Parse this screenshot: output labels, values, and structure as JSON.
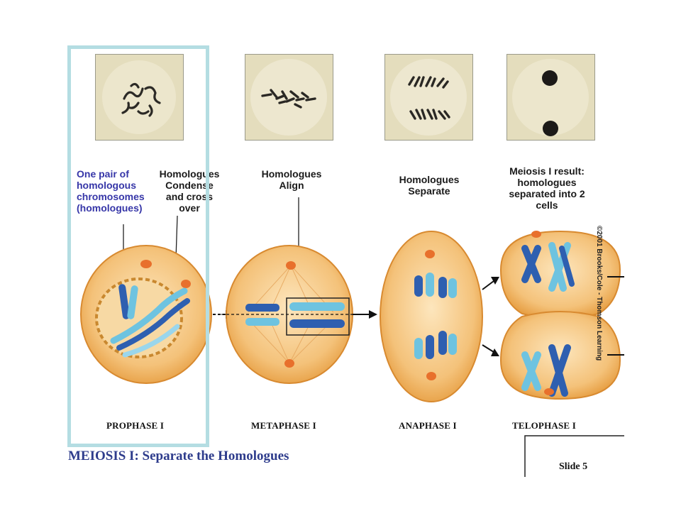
{
  "title": "MEIOSIS I: Separate the Homologues",
  "slide_label": "Slide 5",
  "copyright": "©2001 Brooks/Cole - Thomson Learning",
  "colors": {
    "highlight_box": "#b4dde2",
    "title": "#2e3c8c",
    "annotation_blue": "#3636a8",
    "cell_fill": "#f0b560",
    "chromosome_dark": "#2e5fb0",
    "chromosome_light": "#6ec3e0",
    "centriole": "#e8702c"
  },
  "annotations": {
    "homologous_pair": "One pair of\nhomologous\nchromosomes\n(homologues)",
    "condense_cross": "Homologues\nCondense\nand cross\nover",
    "align": "Homologues\nAlign",
    "separate": "Homologues\nSeparate",
    "result": "Meiosis I result:\nhomologues\nseparated into 2\ncells"
  },
  "phases": [
    "PROPHASE I",
    "METAPHASE I",
    "ANAPHASE I",
    "TELOPHASE I"
  ],
  "micrographs": [
    "prophase-micrograph",
    "metaphase-micrograph",
    "anaphase-micrograph",
    "telophase-micrograph"
  ]
}
